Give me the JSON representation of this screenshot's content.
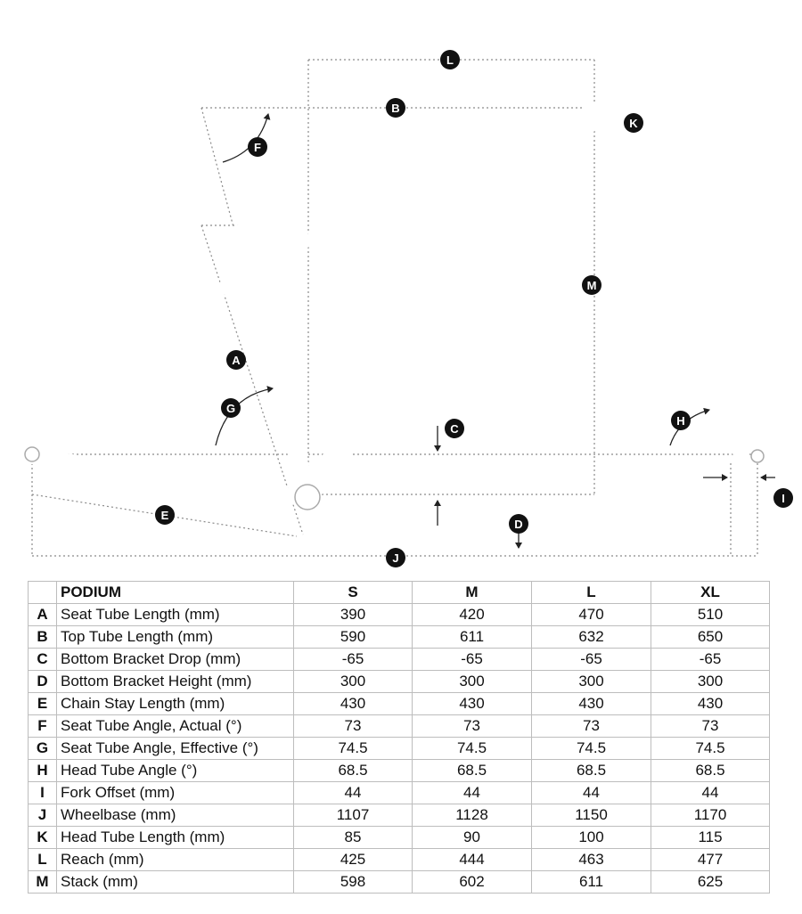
{
  "diagram": {
    "labels": [
      "A",
      "B",
      "C",
      "D",
      "E",
      "F",
      "G",
      "H",
      "I",
      "J",
      "K",
      "L",
      "M"
    ]
  },
  "table": {
    "header": {
      "model": "PODIUM",
      "sizes": [
        "S",
        "M",
        "L",
        "XL"
      ]
    },
    "rows": [
      {
        "letter": "A",
        "name": "Seat Tube Length (mm)",
        "values": [
          "390",
          "420",
          "470",
          "510"
        ]
      },
      {
        "letter": "B",
        "name": "Top Tube Length (mm)",
        "values": [
          "590",
          "611",
          "632",
          "650"
        ]
      },
      {
        "letter": "C",
        "name": "Bottom Bracket Drop (mm)",
        "values": [
          "-65",
          "-65",
          "-65",
          "-65"
        ]
      },
      {
        "letter": "D",
        "name": "Bottom Bracket Height (mm)",
        "values": [
          "300",
          "300",
          "300",
          "300"
        ]
      },
      {
        "letter": "E",
        "name": "Chain Stay Length (mm)",
        "values": [
          "430",
          "430",
          "430",
          "430"
        ]
      },
      {
        "letter": "F",
        "name": "Seat Tube Angle, Actual (°)",
        "values": [
          "73",
          "73",
          "73",
          "73"
        ]
      },
      {
        "letter": "G",
        "name": "Seat Tube Angle, Effective (°)",
        "values": [
          "74.5",
          "74.5",
          "74.5",
          "74.5"
        ]
      },
      {
        "letter": "H",
        "name": "Head Tube Angle (°)",
        "values": [
          "68.5",
          "68.5",
          "68.5",
          "68.5"
        ]
      },
      {
        "letter": "I",
        "name": "Fork Offset (mm)",
        "values": [
          "44",
          "44",
          "44",
          "44"
        ]
      },
      {
        "letter": "J",
        "name": "Wheelbase (mm)",
        "values": [
          "1107",
          "1128",
          "1150",
          "1170"
        ]
      },
      {
        "letter": "K",
        "name": "Head Tube Length (mm)",
        "values": [
          "85",
          "90",
          "100",
          "115"
        ]
      },
      {
        "letter": "L",
        "name": "Reach (mm)",
        "values": [
          "425",
          "444",
          "463",
          "477"
        ]
      },
      {
        "letter": "M",
        "name": "Stack (mm)",
        "values": [
          "598",
          "602",
          "611",
          "625"
        ]
      }
    ]
  }
}
